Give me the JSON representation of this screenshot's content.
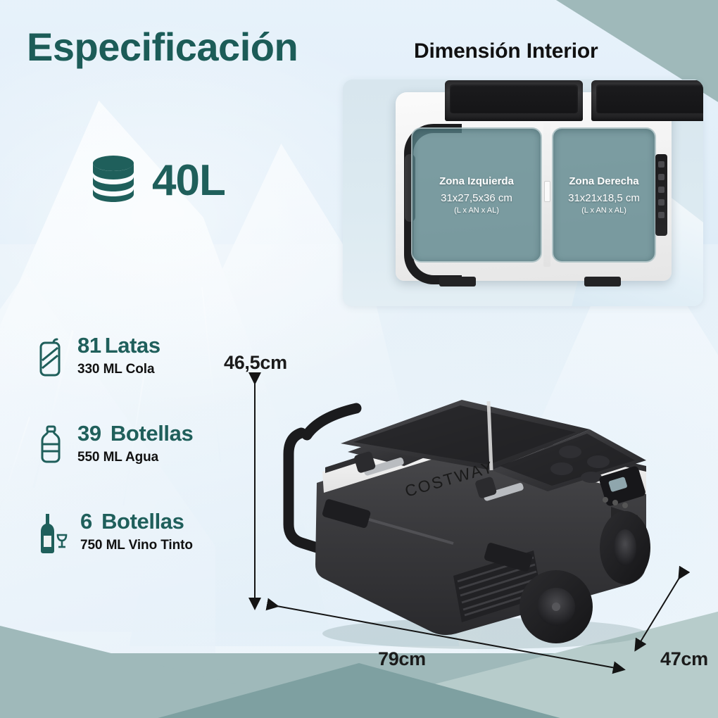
{
  "page": {
    "title": "Especificación",
    "subtitle": "Dimensión Interior",
    "brand": "COSTWAY"
  },
  "theme": {
    "teal_dark": "#1f5f5b",
    "teal_title": "#1c5c58",
    "sage": "#9fb9ba",
    "sage_deep": "#7ea0a1",
    "sage_light": "#b7cccb",
    "ink": "#111111",
    "white": "#ffffff"
  },
  "capacity": {
    "icon": "database-stack-icon",
    "value": "40L"
  },
  "features": [
    {
      "icon": "soda-can-icon",
      "count": "81",
      "unit": "Latas",
      "detail": "330 ML Cola"
    },
    {
      "icon": "water-bottle-icon",
      "count": "39",
      "unit": "Botellas",
      "detail": "550 ML Agua"
    },
    {
      "icon": "wine-bottle-icon",
      "count": "6",
      "unit": "Botellas",
      "detail": "750 ML Vino Tinto"
    }
  ],
  "interior": {
    "zones": [
      {
        "name": "Zona Izquierda",
        "dimensions": "31x27,5x36 cm",
        "note": "(L x AN x AL)"
      },
      {
        "name": "Zona Derecha",
        "dimensions": "31x21x18,5 cm",
        "note": "(L x AN x AL)"
      }
    ]
  },
  "dimensions": {
    "height": "46,5cm",
    "width": "79cm",
    "depth": "47cm"
  }
}
